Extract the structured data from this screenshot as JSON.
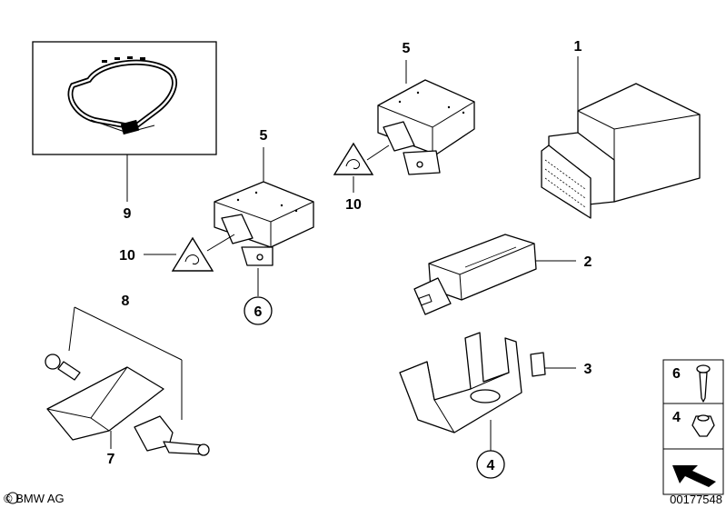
{
  "callouts": {
    "c1": "1",
    "c2": "2",
    "c3": "3",
    "c4": "4",
    "c5a": "5",
    "c5b": "5",
    "c6": "6",
    "c7": "7",
    "c8": "8",
    "c9": "9",
    "c10a": "10",
    "c10b": "10"
  },
  "legend": {
    "item_6": "6",
    "item_4": "4"
  },
  "footer": {
    "copyright": "© BMW AG",
    "diagram_number": "00177548"
  },
  "icons": [
    "warning-triangle-icon",
    "arrow-icon",
    "copyright-icon"
  ]
}
